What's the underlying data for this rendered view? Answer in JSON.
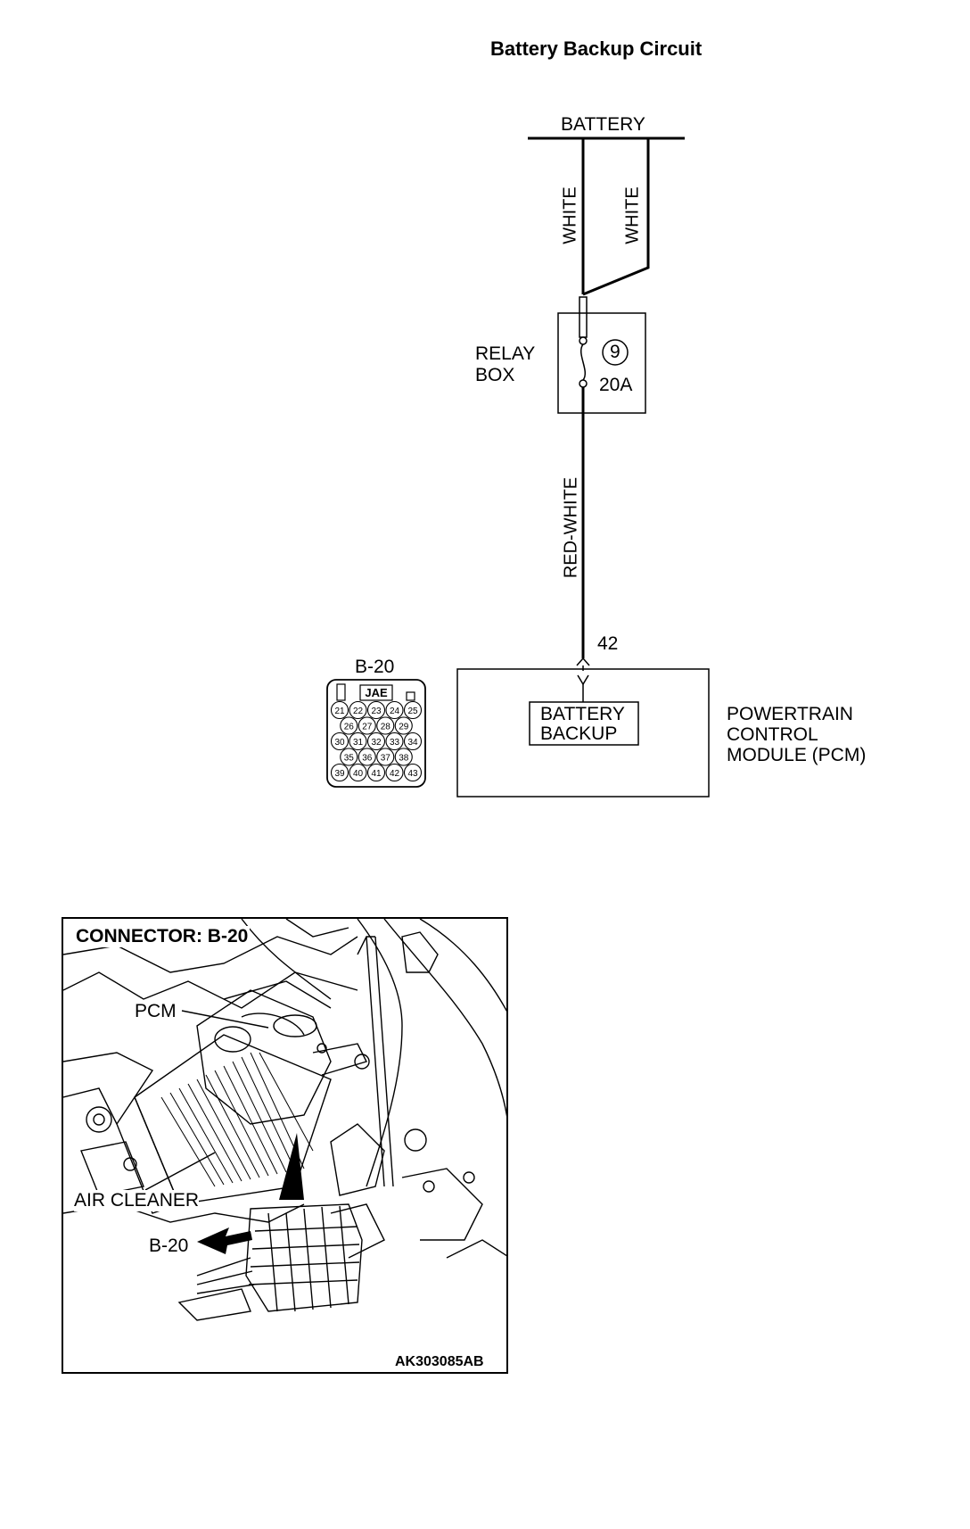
{
  "page": {
    "title": "Battery Backup Circuit"
  },
  "circuit": {
    "battery_label": "BATTERY",
    "wire_left_color": "WHITE",
    "wire_right_color": "WHITE",
    "relay_box_label_line1": "RELAY",
    "relay_box_label_line2": "BOX",
    "fuse_number": "9",
    "fuse_rating": "20A",
    "wire_lower_color": "RED-WHITE",
    "terminal_number": "42",
    "pcm_inner_line1": "BATTERY",
    "pcm_inner_line2": "BACKUP",
    "pcm_label_line1": "POWERTRAIN",
    "pcm_label_line2": "CONTROL",
    "pcm_label_line3": "MODULE (PCM)"
  },
  "connector_face": {
    "label": "B-20",
    "brand": "JAE",
    "rows": [
      [
        "21",
        "22",
        "23",
        "24",
        "25"
      ],
      [
        "26",
        "27",
        "28",
        "29"
      ],
      [
        "30",
        "31",
        "32",
        "33",
        "34"
      ],
      [
        "35",
        "36",
        "37",
        "38"
      ],
      [
        "39",
        "40",
        "41",
        "42",
        "43"
      ]
    ]
  },
  "location_view": {
    "heading": "CONNECTOR: B-20",
    "pcm_label": "PCM",
    "air_cleaner_label": "AIR CLEANER",
    "connector_label": "B-20",
    "figure_id": "AK303085AB"
  }
}
